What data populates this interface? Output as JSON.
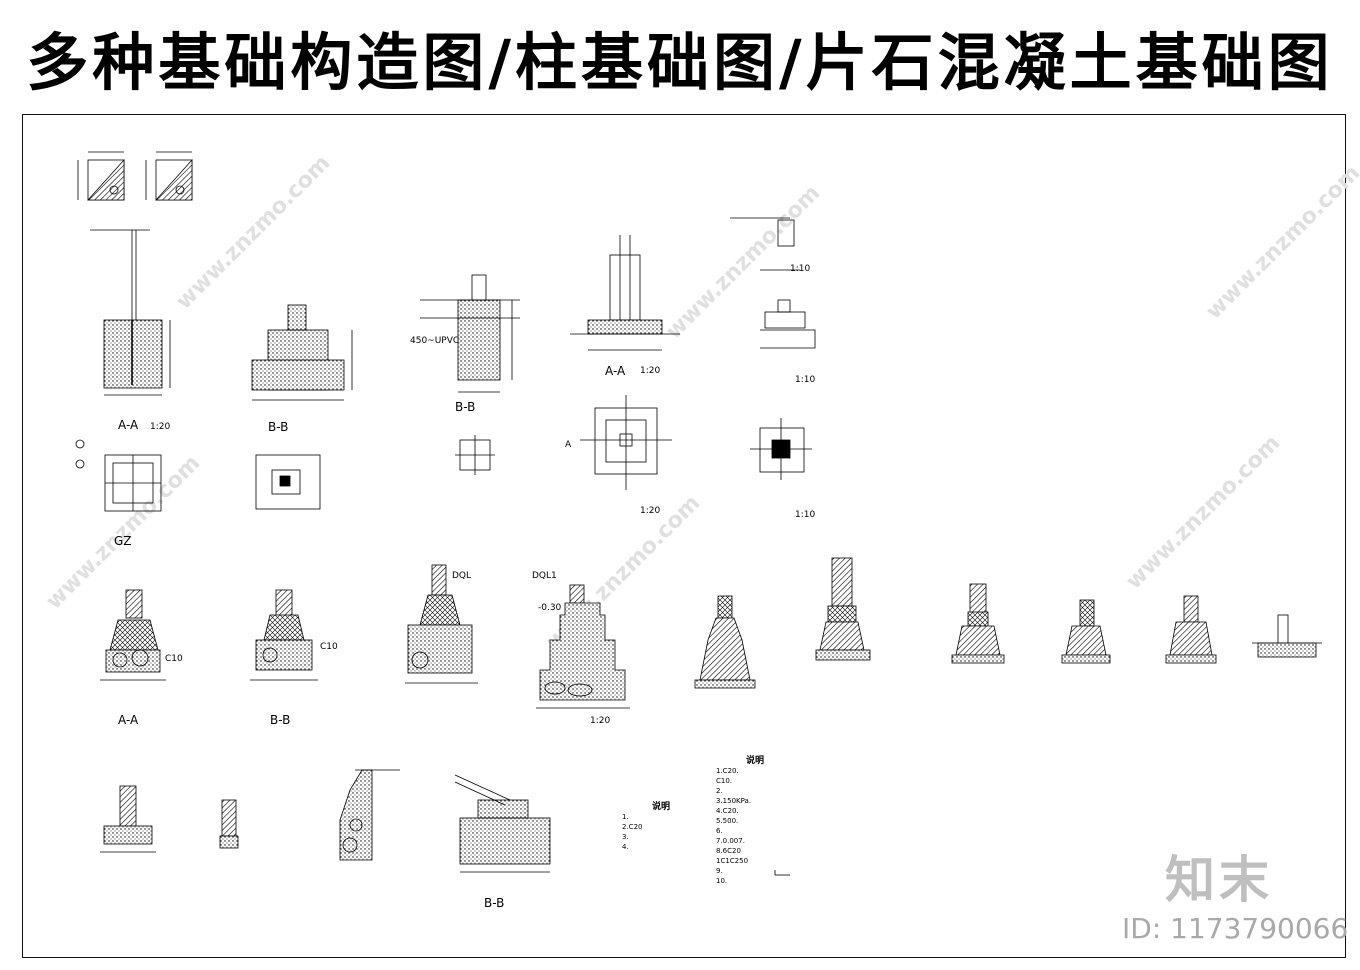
{
  "title": "多种基础构造图/柱基础图/片石混凝土基础图",
  "section_labels": [
    {
      "id": "s1",
      "text": "A-A"
    },
    {
      "id": "s2",
      "text": "B-B"
    },
    {
      "id": "s3",
      "text": "B-B"
    },
    {
      "id": "s4",
      "text": "A-A"
    },
    {
      "id": "s5",
      "text": "GZ"
    },
    {
      "id": "s6",
      "text": "A-A"
    },
    {
      "id": "s7",
      "text": "B-B"
    },
    {
      "id": "s8",
      "text": "B-B"
    }
  ],
  "dimension_texts": [
    {
      "id": "d1",
      "text": "1:20"
    },
    {
      "id": "d2",
      "text": "1:20"
    },
    {
      "id": "d3",
      "text": "1:10"
    },
    {
      "id": "d4",
      "text": "1:10"
    },
    {
      "id": "d5",
      "text": "1:20"
    },
    {
      "id": "d6",
      "text": "1:10"
    },
    {
      "id": "d7",
      "text": "1:20"
    },
    {
      "id": "d8",
      "text": "450~UPVC"
    },
    {
      "id": "d9",
      "text": "DQL"
    },
    {
      "id": "d10",
      "text": "DQL1"
    },
    {
      "id": "d11",
      "text": "C10"
    },
    {
      "id": "d12",
      "text": "C10"
    },
    {
      "id": "d13",
      "text": "-0.30"
    },
    {
      "id": "d14",
      "text": "A"
    }
  ],
  "notes_left": {
    "heading": "说明",
    "lines": [
      "1.",
      "2.C20",
      "3.",
      "4."
    ]
  },
  "notes_right": {
    "heading": "说明",
    "lines": [
      "1.C20.",
      "C10.",
      "2.",
      "3.150KPa.",
      "4.C20.",
      "5.500.",
      "6.",
      "7.0.007.",
      "8.6C20",
      "1C1C250",
      "9.",
      "10."
    ]
  },
  "brand": "知末",
  "image_id": "ID: 1173790066",
  "watermark": "www.znzmo.com"
}
